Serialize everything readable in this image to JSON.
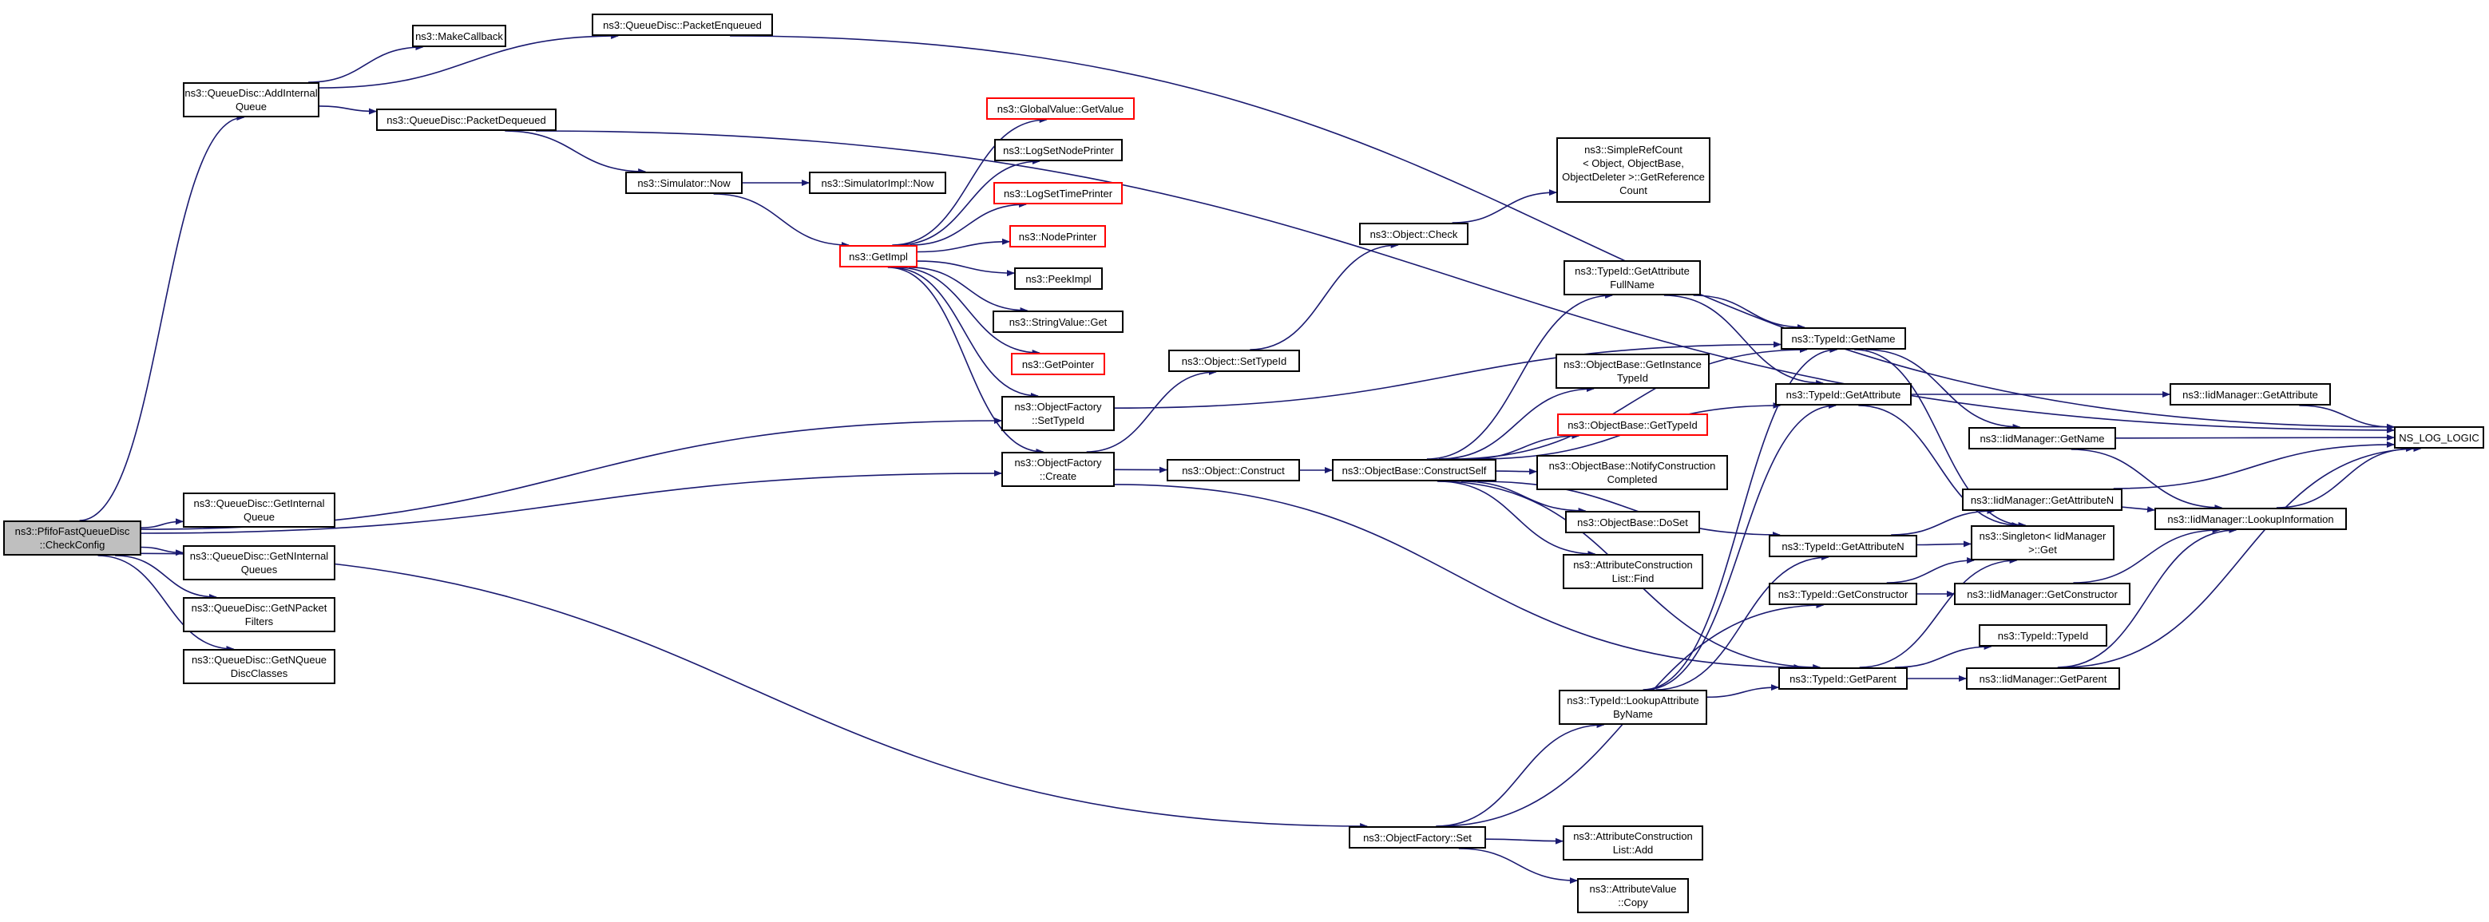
{
  "colors": {
    "edge": "#191970",
    "border": "#000000",
    "highlight_border": "#ff0000",
    "root_fill": "#bfbfbf"
  },
  "nodes": {
    "root": {
      "lines": [
        "ns3::PfifoFastQueueDisc",
        "::CheckConfig"
      ],
      "variant": "root"
    },
    "addInternalQueue": {
      "lines": [
        "ns3::QueueDisc::AddInternal",
        "Queue"
      ]
    },
    "getInternalQueue": {
      "lines": [
        "ns3::QueueDisc::GetInternal",
        "Queue"
      ]
    },
    "getNInternalQueues": {
      "lines": [
        "ns3::QueueDisc::GetNInternal",
        "Queues"
      ]
    },
    "getNPacketFilters": {
      "lines": [
        "ns3::QueueDisc::GetNPacket",
        "Filters"
      ]
    },
    "getNQueueDiscClasses": {
      "lines": [
        "ns3::QueueDisc::GetNQueue",
        "DiscClasses"
      ]
    },
    "makeCallback": {
      "lines": [
        "ns3::MakeCallback"
      ]
    },
    "packetEnqueued": {
      "lines": [
        "ns3::QueueDisc::PacketEnqueued"
      ]
    },
    "packetDequeued": {
      "lines": [
        "ns3::QueueDisc::PacketDequeued"
      ]
    },
    "simulatorNow": {
      "lines": [
        "ns3::Simulator::Now"
      ]
    },
    "simulatorImplNow": {
      "lines": [
        "ns3::SimulatorImpl::Now"
      ]
    },
    "getImpl": {
      "lines": [
        "ns3::GetImpl"
      ],
      "variant": "red"
    },
    "globalValueGetValue": {
      "lines": [
        "ns3::GlobalValue::GetValue"
      ],
      "variant": "red"
    },
    "logSetNodePrinter": {
      "lines": [
        "ns3::LogSetNodePrinter"
      ]
    },
    "logSetTimePrinter": {
      "lines": [
        "ns3::LogSetTimePrinter"
      ],
      "variant": "red"
    },
    "nodePrinter": {
      "lines": [
        "ns3::NodePrinter"
      ],
      "variant": "red"
    },
    "peekImpl": {
      "lines": [
        "ns3::PeekImpl"
      ]
    },
    "stringValueGet": {
      "lines": [
        "ns3::StringValue::Get"
      ]
    },
    "getPointer": {
      "lines": [
        "ns3::GetPointer"
      ],
      "variant": "red"
    },
    "objectFactorySetTypeId": {
      "lines": [
        "ns3::ObjectFactory",
        "::SetTypeId"
      ]
    },
    "objectFactoryCreate": {
      "lines": [
        "ns3::ObjectFactory",
        "::Create"
      ]
    },
    "objectSetTypeId": {
      "lines": [
        "ns3::Object::SetTypeId"
      ]
    },
    "objectCheck": {
      "lines": [
        "ns3::Object::Check"
      ]
    },
    "simpleRefCount": {
      "lines": [
        "ns3::SimpleRefCount",
        "< Object, ObjectBase,",
        "ObjectDeleter >::GetReference",
        "Count"
      ]
    },
    "objectConstruct": {
      "lines": [
        "ns3::Object::Construct"
      ]
    },
    "constructSelf": {
      "lines": [
        "ns3::ObjectBase::ConstructSelf"
      ]
    },
    "getAttributeFullName": {
      "lines": [
        "ns3::TypeId::GetAttribute",
        "FullName"
      ]
    },
    "getInstanceTypeId": {
      "lines": [
        "ns3::ObjectBase::GetInstance",
        "TypeId"
      ]
    },
    "objectBaseGetTypeId": {
      "lines": [
        "ns3::ObjectBase::GetTypeId"
      ],
      "variant": "red"
    },
    "notifyConstructionCompleted": {
      "lines": [
        "ns3::ObjectBase::NotifyConstruction",
        "Completed"
      ]
    },
    "doSet": {
      "lines": [
        "ns3::ObjectBase::DoSet"
      ]
    },
    "attrListFind": {
      "lines": [
        "ns3::AttributeConstruction",
        "List::Find"
      ]
    },
    "typeIdGetName": {
      "lines": [
        "ns3::TypeId::GetName"
      ]
    },
    "typeIdGetAttribute": {
      "lines": [
        "ns3::TypeId::GetAttribute"
      ]
    },
    "typeIdGetAttributeN": {
      "lines": [
        "ns3::TypeId::GetAttributeN"
      ]
    },
    "typeIdGetConstructor": {
      "lines": [
        "ns3::TypeId::GetConstructor"
      ]
    },
    "typeIdGetParent": {
      "lines": [
        "ns3::TypeId::GetParent"
      ]
    },
    "lookupAttributeByName": {
      "lines": [
        "ns3::TypeId::LookupAttribute",
        "ByName"
      ]
    },
    "objectFactorySet": {
      "lines": [
        "ns3::ObjectFactory::Set"
      ]
    },
    "attrListAdd": {
      "lines": [
        "ns3::AttributeConstruction",
        "List::Add"
      ]
    },
    "attributeValueCopy": {
      "lines": [
        "ns3::AttributeValue",
        "::Copy"
      ]
    },
    "iidGetAttribute": {
      "lines": [
        "ns3::IidManager::GetAttribute"
      ]
    },
    "iidGetName": {
      "lines": [
        "ns3::IidManager::GetName"
      ]
    },
    "iidGetAttributeN": {
      "lines": [
        "ns3::IidManager::GetAttributeN"
      ]
    },
    "singletonGet": {
      "lines": [
        "ns3::Singleton< IidManager",
        ">::Get"
      ]
    },
    "iidGetConstructor": {
      "lines": [
        "ns3::IidManager::GetConstructor"
      ]
    },
    "typeIdTypeId": {
      "lines": [
        "ns3::TypeId::TypeId"
      ]
    },
    "iidGetParent": {
      "lines": [
        "ns3::IidManager::GetParent"
      ]
    },
    "iidLookupInformation": {
      "lines": [
        "ns3::IidManager::LookupInformation"
      ]
    },
    "nsLogLogic": {
      "lines": [
        "NS_LOG_LOGIC"
      ]
    }
  },
  "edges": [
    [
      "root",
      "addInternalQueue"
    ],
    [
      "root",
      "getInternalQueue"
    ],
    [
      "root",
      "getNInternalQueues"
    ],
    [
      "root",
      "getNPacketFilters"
    ],
    [
      "root",
      "getNQueueDiscClasses"
    ],
    [
      "root",
      "objectFactorySetTypeId"
    ],
    [
      "root",
      "objectFactoryCreate"
    ],
    [
      "root",
      "objectFactorySet"
    ],
    [
      "addInternalQueue",
      "makeCallback"
    ],
    [
      "addInternalQueue",
      "packetEnqueued"
    ],
    [
      "addInternalQueue",
      "packetDequeued"
    ],
    [
      "packetEnqueued",
      "nsLogLogic"
    ],
    [
      "packetDequeued",
      "nsLogLogic"
    ],
    [
      "packetDequeued",
      "simulatorNow"
    ],
    [
      "simulatorNow",
      "simulatorImplNow"
    ],
    [
      "simulatorNow",
      "getImpl"
    ],
    [
      "getImpl",
      "globalValueGetValue"
    ],
    [
      "getImpl",
      "logSetNodePrinter"
    ],
    [
      "getImpl",
      "logSetTimePrinter"
    ],
    [
      "getImpl",
      "nodePrinter"
    ],
    [
      "getImpl",
      "peekImpl"
    ],
    [
      "getImpl",
      "stringValueGet"
    ],
    [
      "getImpl",
      "getPointer"
    ],
    [
      "getImpl",
      "objectFactorySetTypeId"
    ],
    [
      "getImpl",
      "objectFactoryCreate"
    ],
    [
      "objectFactorySetTypeId",
      "typeIdGetName"
    ],
    [
      "objectFactoryCreate",
      "objectSetTypeId"
    ],
    [
      "objectFactoryCreate",
      "objectConstruct"
    ],
    [
      "objectFactoryCreate",
      "typeIdGetParent"
    ],
    [
      "objectSetTypeId",
      "objectCheck"
    ],
    [
      "objectCheck",
      "simpleRefCount"
    ],
    [
      "objectConstruct",
      "constructSelf"
    ],
    [
      "constructSelf",
      "getAttributeFullName"
    ],
    [
      "constructSelf",
      "getInstanceTypeId"
    ],
    [
      "constructSelf",
      "objectBaseGetTypeId"
    ],
    [
      "constructSelf",
      "notifyConstructionCompleted"
    ],
    [
      "constructSelf",
      "doSet"
    ],
    [
      "constructSelf",
      "attrListFind"
    ],
    [
      "constructSelf",
      "typeIdGetName"
    ],
    [
      "constructSelf",
      "typeIdGetAttribute"
    ],
    [
      "constructSelf",
      "typeIdGetAttributeN"
    ],
    [
      "constructSelf",
      "typeIdGetParent"
    ],
    [
      "getAttributeFullName",
      "typeIdGetName"
    ],
    [
      "getAttributeFullName",
      "typeIdGetAttribute"
    ],
    [
      "typeIdGetName",
      "iidGetName"
    ],
    [
      "typeIdGetName",
      "singletonGet"
    ],
    [
      "typeIdGetAttribute",
      "iidGetAttribute"
    ],
    [
      "typeIdGetAttribute",
      "singletonGet"
    ],
    [
      "typeIdGetAttributeN",
      "iidGetAttributeN"
    ],
    [
      "typeIdGetAttributeN",
      "singletonGet"
    ],
    [
      "typeIdGetConstructor",
      "iidGetConstructor"
    ],
    [
      "typeIdGetConstructor",
      "singletonGet"
    ],
    [
      "typeIdGetParent",
      "typeIdTypeId"
    ],
    [
      "typeIdGetParent",
      "iidGetParent"
    ],
    [
      "typeIdGetParent",
      "singletonGet"
    ],
    [
      "lookupAttributeByName",
      "typeIdGetName"
    ],
    [
      "lookupAttributeByName",
      "typeIdGetAttribute"
    ],
    [
      "lookupAttributeByName",
      "typeIdGetAttributeN"
    ],
    [
      "lookupAttributeByName",
      "typeIdGetParent"
    ],
    [
      "objectFactorySet",
      "lookupAttributeByName"
    ],
    [
      "objectFactorySet",
      "attrListAdd"
    ],
    [
      "objectFactorySet",
      "attributeValueCopy"
    ],
    [
      "objectFactorySet",
      "typeIdGetConstructor"
    ],
    [
      "iidGetAttribute",
      "nsLogLogic"
    ],
    [
      "iidGetName",
      "nsLogLogic"
    ],
    [
      "iidGetName",
      "iidLookupInformation"
    ],
    [
      "iidGetAttributeN",
      "nsLogLogic"
    ],
    [
      "iidGetAttributeN",
      "iidLookupInformation"
    ],
    [
      "iidGetConstructor",
      "iidLookupInformation"
    ],
    [
      "iidGetParent",
      "nsLogLogic"
    ],
    [
      "iidGetParent",
      "iidLookupInformation"
    ],
    [
      "iidLookupInformation",
      "nsLogLogic"
    ]
  ]
}
